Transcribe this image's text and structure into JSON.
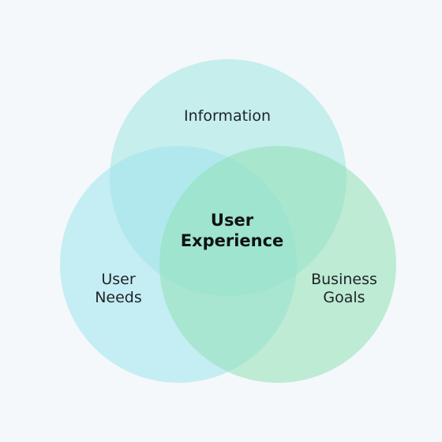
{
  "diagram": {
    "circles": [
      {
        "id": "information",
        "label": "Information",
        "color": "#9fe6e2"
      },
      {
        "id": "user-needs",
        "label_lines": [
          "User",
          "Needs"
        ],
        "color": "#9ee3ef"
      },
      {
        "id": "business-goals",
        "label_lines": [
          "Business",
          "Goals"
        ],
        "color": "#8fe0b5"
      }
    ],
    "center": {
      "label_lines": [
        "User",
        "Experience"
      ]
    },
    "colors": {
      "background": "#f4f8fa",
      "text": "#1f2326"
    }
  }
}
